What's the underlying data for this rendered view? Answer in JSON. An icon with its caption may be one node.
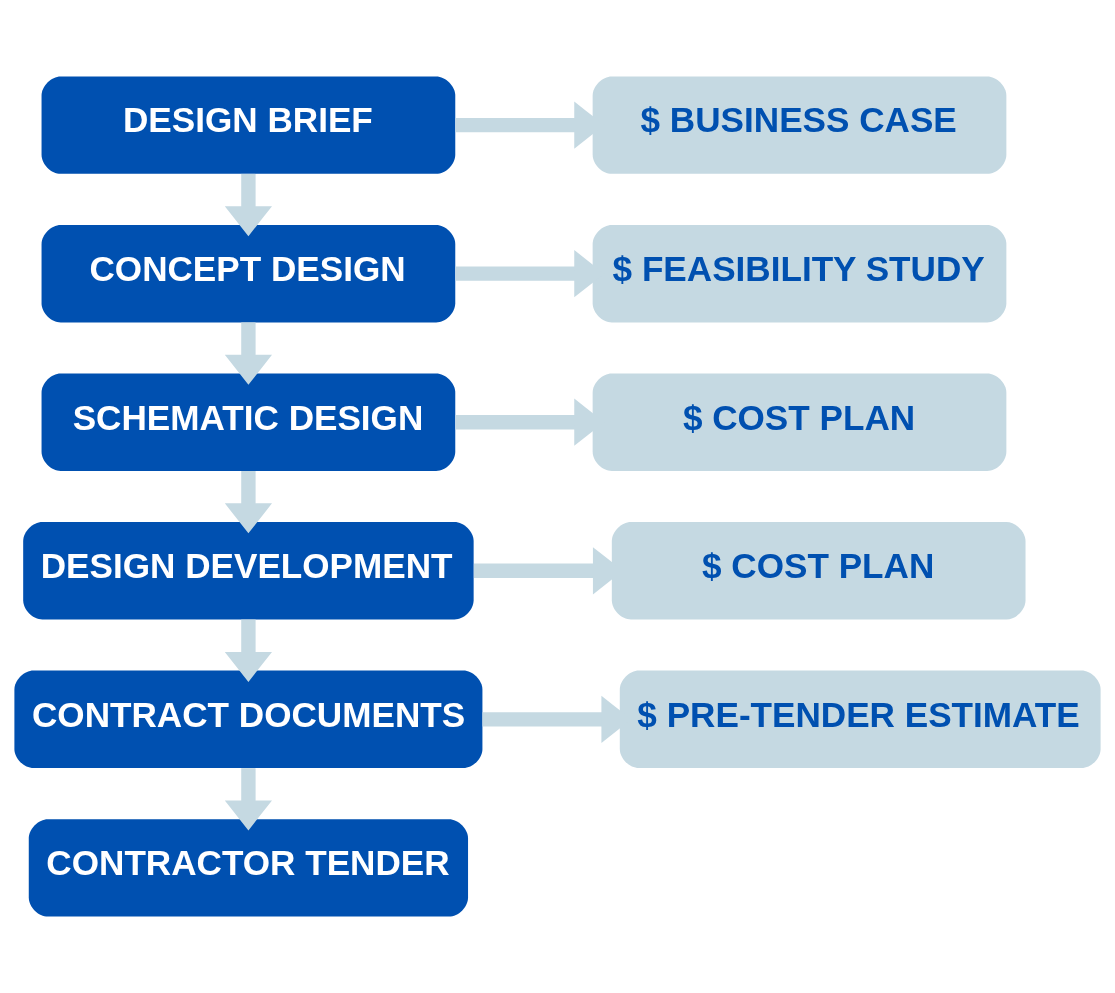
{
  "diagram": {
    "nodes": [
      {
        "text": [
          "DESIGN BRIEF"
        ]
      },
      {
        "text": [
          "CONCEPT DESIGN"
        ]
      },
      {
        "text": [
          "SCHEMATIC DESIGN"
        ]
      },
      {
        "text": [
          "DESIGN DEVELOPMENT"
        ]
      },
      {
        "text": [
          "CONTRACT DOCUMENTS"
        ]
      },
      {
        "text": [
          "CONTRACTOR TENDER"
        ]
      },
      {
        "text": [
          "$ BUSINESS CASE"
        ]
      },
      {
        "text": [
          "$ FEASIBILITY STUDY"
        ]
      },
      {
        "text": [
          "$ COST PLAN"
        ]
      },
      {
        "text": [
          "$ COST PLAN"
        ]
      },
      {
        "text": [
          "$ PRE-TENDER ESTIMATE"
        ]
      }
    ],
    "edges": [
      {
        "from": 0,
        "to": 6,
        "arrow": "to"
      },
      {
        "from": 0,
        "to": 1,
        "arrow": "to"
      },
      {
        "from": 1,
        "to": 7,
        "arrow": "to"
      },
      {
        "from": 1,
        "to": 2,
        "arrow": "to"
      },
      {
        "from": 2,
        "to": 8,
        "arrow": "to"
      },
      {
        "from": 2,
        "to": 3,
        "arrow": "to"
      },
      {
        "from": 3,
        "to": 9,
        "arrow": "to"
      },
      {
        "from": 3,
        "to": 4,
        "arrow": "to"
      },
      {
        "from": 4,
        "to": 10,
        "arrow": "to"
      },
      {
        "from": 4,
        "to": 5,
        "arrow": "to"
      }
    ]
  }
}
